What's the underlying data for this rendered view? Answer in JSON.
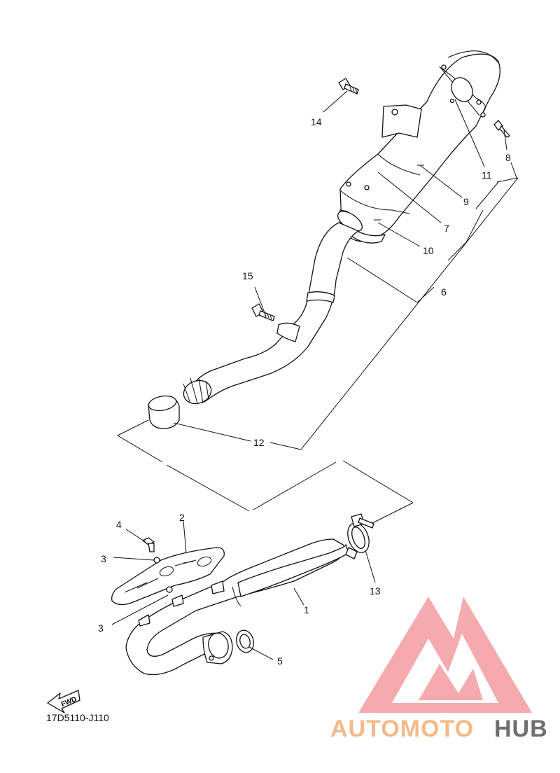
{
  "diagram": {
    "code": "17D5110-J110",
    "fwd_label": "FWD",
    "callouts": [
      "1",
      "2",
      "3",
      "3",
      "4",
      "5",
      "6",
      "7",
      "8",
      "9",
      "10",
      "11",
      "12",
      "13",
      "14",
      "15"
    ]
  },
  "watermark": {
    "text_part1": "AUTOMOTO",
    "text_part2": "HUB",
    "color_primary": "#f4a3a6",
    "color_secondary": "#f5b98a",
    "color_dark": "#6e6e6e"
  }
}
